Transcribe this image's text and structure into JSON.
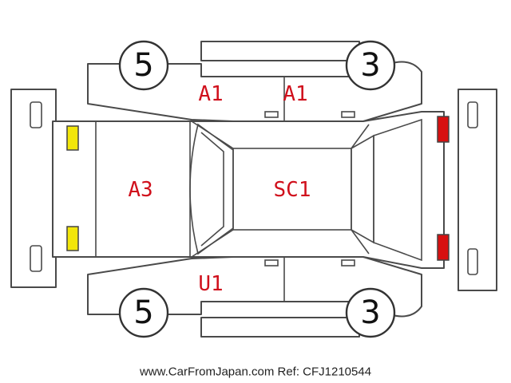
{
  "colors": {
    "damage_text": "#d0101c",
    "lamp_front": "#f2e60a",
    "lamp_rear": "#d81010"
  },
  "wheels": {
    "front_left": "5",
    "rear_left": "3",
    "front_right": "5",
    "rear_right": "3"
  },
  "damage_marks": {
    "left_front_door": "A1",
    "left_rear_door": "A1",
    "hood": "A3",
    "roof": "SC1",
    "right_front_door": "U1"
  },
  "footer": {
    "text": "www.CarFromJapan.com Ref: CFJ1210544"
  }
}
